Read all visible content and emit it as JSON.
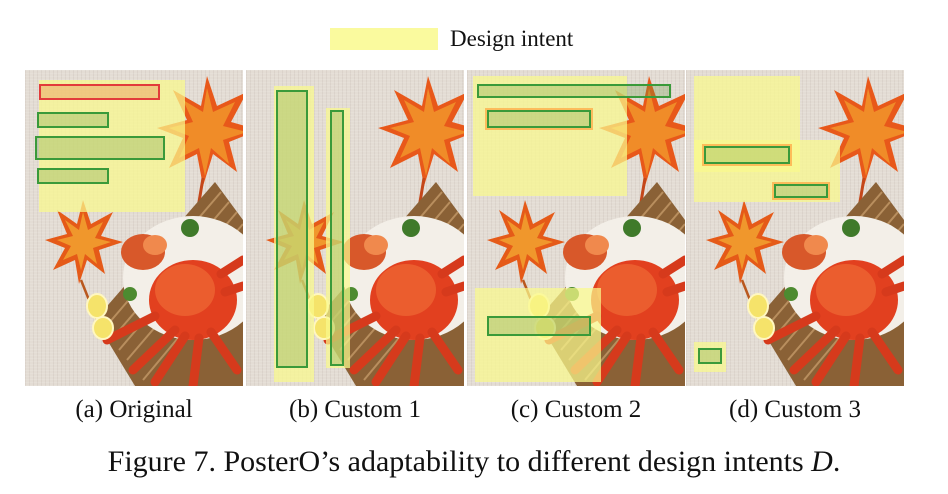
{
  "legend": {
    "label": "Design intent",
    "color": "#fafa9e"
  },
  "panels": [
    {
      "label": "(a) Original"
    },
    {
      "label": "(b) Custom 1"
    },
    {
      "label": "(c) Custom 2"
    },
    {
      "label": "(d) Custom 3"
    }
  ],
  "caption": {
    "text": "Figure 7. PosterO’s adaptability to different design intents",
    "variable": "D",
    "end": "."
  },
  "colors": {
    "intent": "#fafa8c",
    "box_border": "#3a9a3a",
    "title_border": "#e23b3b"
  }
}
